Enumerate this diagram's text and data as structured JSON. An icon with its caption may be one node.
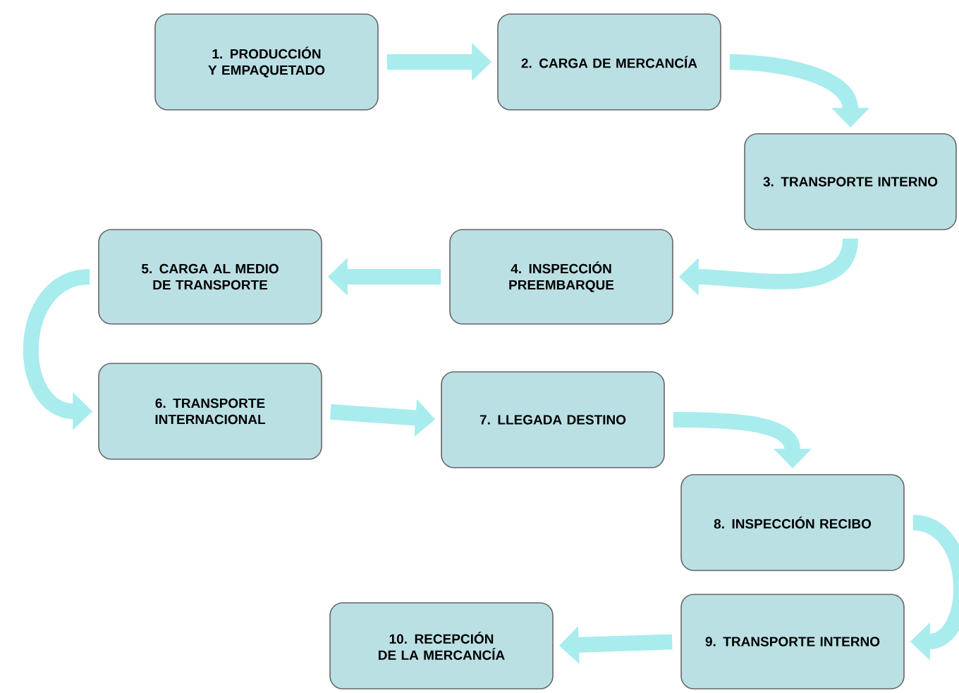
{
  "diagram": {
    "nodes": [
      {
        "text": [
          "1. PRODUCCIÓN Y EMPAQUETADO"
        ]
      },
      {
        "text": [
          "2. CARGA DE MERCANCÍA"
        ]
      },
      {
        "text": [
          "3. TRANSPORTE INTERNO"
        ]
      },
      {
        "text": [
          "4. INSPECCIÓN PREEMBARQUE"
        ]
      },
      {
        "text": [
          "5. CARGA AL MEDIO DE TRANSPORTE"
        ]
      },
      {
        "text": [
          "6. TRANSPORTE INTERNACIONAL"
        ]
      },
      {
        "text": [
          "7. LLEGADA DESTINO"
        ]
      },
      {
        "text": [
          "8. INSPECCIÓN RECIBO"
        ]
      },
      {
        "text": [
          "9. TRANSPORTE INTERNO"
        ]
      },
      {
        "text": [
          "10. RECEPCIÓN DE LA MERCANCÍA"
        ]
      }
    ],
    "edges": [
      {
        "from": 0,
        "to": 1,
        "arrow": "to"
      },
      {
        "from": 1,
        "to": 2,
        "arrow": "to"
      },
      {
        "from": 2,
        "to": 3,
        "arrow": "to"
      },
      {
        "from": 3,
        "to": 4,
        "arrow": "to"
      },
      {
        "from": 4,
        "to": 5,
        "arrow": "to"
      },
      {
        "from": 5,
        "to": 6,
        "arrow": "to"
      },
      {
        "from": 6,
        "to": 7,
        "arrow": "to"
      },
      {
        "from": 7,
        "to": 8,
        "arrow": "to"
      },
      {
        "from": 8,
        "to": 9,
        "arrow": "to"
      }
    ]
  }
}
